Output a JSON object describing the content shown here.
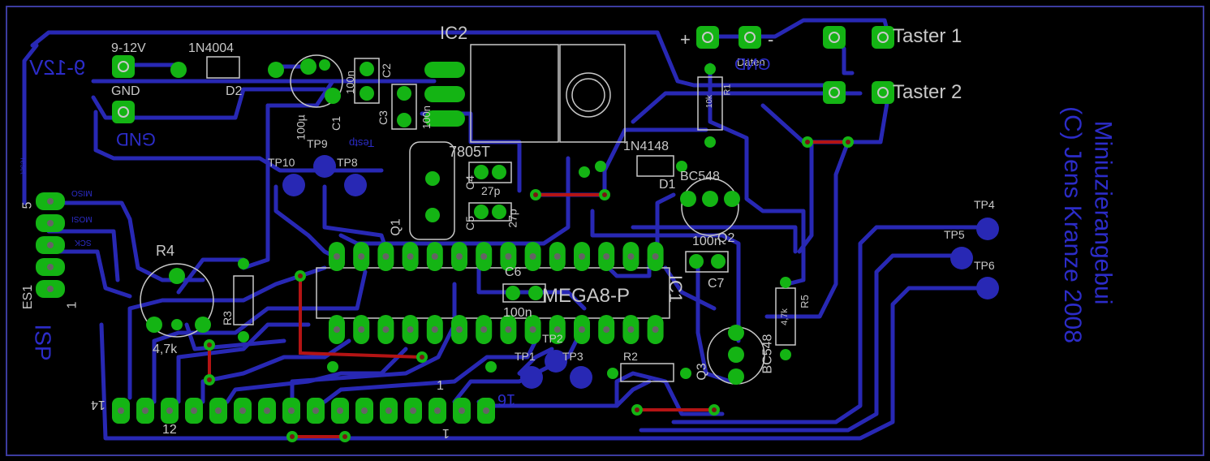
{
  "title_labels": {
    "ic2": "IC2",
    "mega": "MEGA8-P",
    "ic1": "IC1",
    "taster1": "Taster 1",
    "taster2": "Taster 2",
    "in_9_12v": "9-12V",
    "gnd_top": "GND",
    "d1n4004": "1N4004",
    "d2": "D2",
    "d1n4148": "1N4148",
    "d1": "D1",
    "bc548_top": "BC548",
    "q2": "Q2",
    "bc548_bot": "BC548",
    "q3": "Q3",
    "r1": "R1",
    "r1_val": "10k",
    "r2": "R2",
    "r3": "R3",
    "r4": "R4",
    "r4_val": "4,7k",
    "r5": "R5",
    "r5_val": "4,7k",
    "c1": "C1",
    "c1_val": "100µ",
    "c2": "C2",
    "c2_val": "100n",
    "c3": "C3",
    "c3_val": "100n",
    "c6": "C6",
    "c6_val": "100n",
    "c7": "C7",
    "c7_val": "100n",
    "q1": "Q1",
    "x7805": "7805T",
    "c27p_a": "27p",
    "c27p_b": "27p",
    "c4": "C4",
    "c5": "C5",
    "tp1": "TP1",
    "tp2": "TP2",
    "tp3": "TP3",
    "tp4": "TP4",
    "tp5": "TP5",
    "tp6": "TP6",
    "tp8": "TP8",
    "tp9": "TP9",
    "tp10": "TP10",
    "es1": "ES1",
    "pin5": "5",
    "pin1": "1",
    "hdr14": "14",
    "hdr12": "12",
    "hdr1": "1",
    "hdr1b": "1",
    "hdr16": "16",
    "plus": "+",
    "minus": "-",
    "daten": "Daten",
    "testp": "Testp",
    "miso": "MISO",
    "mosi": "MOSI",
    "sck": "SCK",
    "reset": "reset"
  },
  "bottom_texts": {
    "v912": "9-12V",
    "gnd": "GND",
    "gnd_right": "GND",
    "isp": "ISP",
    "copyright": "(C) Jens Kranze 2008",
    "product": "Miniuzierangebui"
  },
  "colors": {
    "background": "#000000",
    "copper_bottom": "#2828b4",
    "pad": "#14b414",
    "drill": "#646464",
    "wire": "#b41414",
    "silk": "#c8c8c8",
    "outline": "#3c3ca0"
  }
}
